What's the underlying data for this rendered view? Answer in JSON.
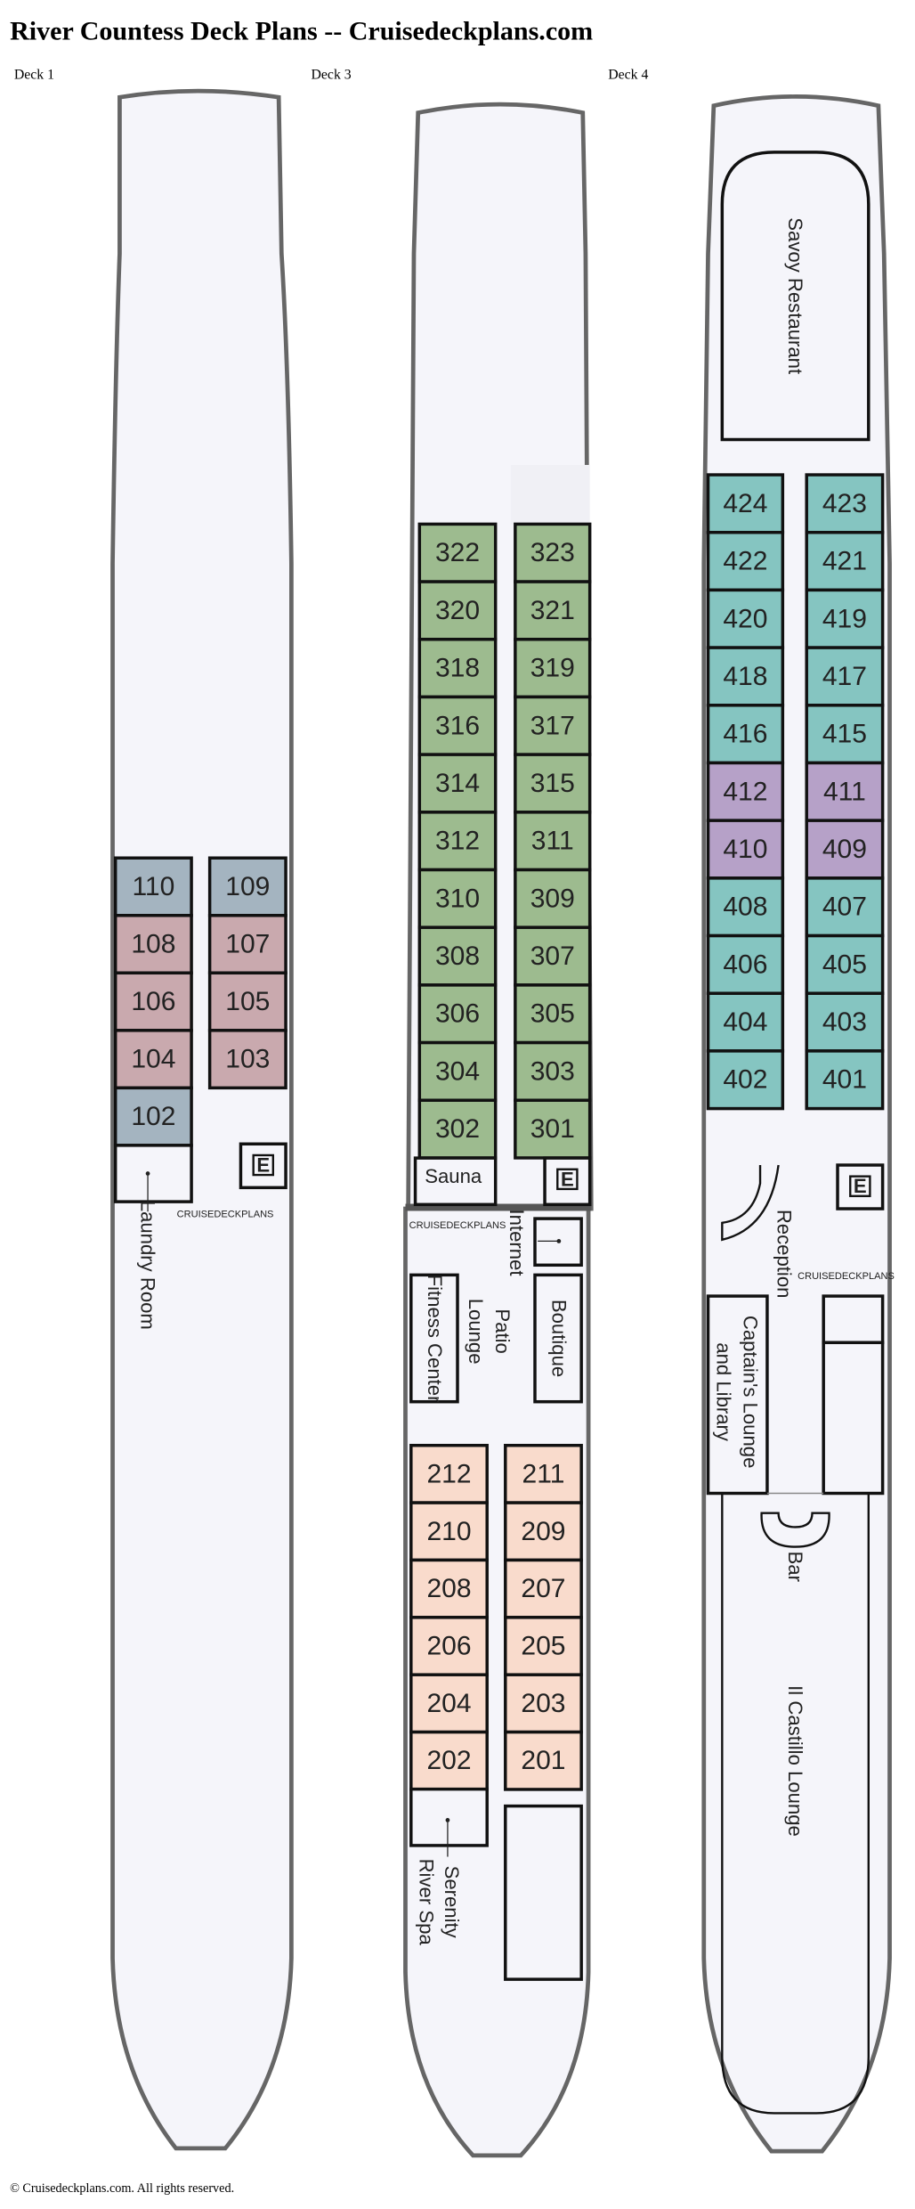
{
  "title": "River Countess Deck Plans -- Cruisedeckplans.com",
  "footer": "© Cruisedeckplans.com. All rights reserved.",
  "watermark": "CRUISEDECKPLANS",
  "colors": {
    "hull": "#f5f5fa",
    "outline": "#666666",
    "blue_grey": "#a4b4c0",
    "rose": "#c9a9ae",
    "green": "#9dbb8f",
    "teal": "#85c5c1",
    "purple": "#b6a1c8",
    "peach": "#f9dbcc"
  },
  "decks": {
    "deck1": {
      "label": "Deck 1",
      "left": [
        {
          "n": "110",
          "c": "blue_grey"
        },
        {
          "n": "108",
          "c": "rose"
        },
        {
          "n": "106",
          "c": "rose"
        },
        {
          "n": "104",
          "c": "rose"
        },
        {
          "n": "102",
          "c": "blue_grey"
        }
      ],
      "right": [
        {
          "n": "109",
          "c": "blue_grey"
        },
        {
          "n": "107",
          "c": "rose"
        },
        {
          "n": "105",
          "c": "rose"
        },
        {
          "n": "103",
          "c": "rose"
        }
      ],
      "elevator": "E",
      "laundry": "Laundry Room"
    },
    "deck3": {
      "label": "Deck 3",
      "left": [
        {
          "n": "322",
          "c": "green"
        },
        {
          "n": "320",
          "c": "green"
        },
        {
          "n": "318",
          "c": "green"
        },
        {
          "n": "316",
          "c": "green"
        },
        {
          "n": "314",
          "c": "green"
        },
        {
          "n": "312",
          "c": "green"
        },
        {
          "n": "310",
          "c": "green"
        },
        {
          "n": "308",
          "c": "green"
        },
        {
          "n": "306",
          "c": "green"
        },
        {
          "n": "304",
          "c": "green"
        },
        {
          "n": "302",
          "c": "green"
        }
      ],
      "right": [
        {
          "n": "323",
          "c": "green"
        },
        {
          "n": "321",
          "c": "green"
        },
        {
          "n": "319",
          "c": "green"
        },
        {
          "n": "317",
          "c": "green"
        },
        {
          "n": "315",
          "c": "green"
        },
        {
          "n": "311",
          "c": "green"
        },
        {
          "n": "309",
          "c": "green"
        },
        {
          "n": "307",
          "c": "green"
        },
        {
          "n": "305",
          "c": "green"
        },
        {
          "n": "303",
          "c": "green"
        },
        {
          "n": "301",
          "c": "green"
        }
      ],
      "sauna": "Sauna",
      "elevator": "E"
    },
    "deck2": {
      "left": [
        {
          "n": "212",
          "c": "peach"
        },
        {
          "n": "210",
          "c": "peach"
        },
        {
          "n": "208",
          "c": "peach"
        },
        {
          "n": "206",
          "c": "peach"
        },
        {
          "n": "204",
          "c": "peach"
        },
        {
          "n": "202",
          "c": "peach"
        }
      ],
      "right": [
        {
          "n": "211",
          "c": "peach"
        },
        {
          "n": "209",
          "c": "peach"
        },
        {
          "n": "207",
          "c": "peach"
        },
        {
          "n": "205",
          "c": "peach"
        },
        {
          "n": "203",
          "c": "peach"
        },
        {
          "n": "201",
          "c": "peach"
        }
      ],
      "internet": "Internet",
      "fitness": "Fitness Center",
      "patio_1": "Patio",
      "patio_2": "Lounge",
      "boutique": "Boutique",
      "spa_1": "Serenity",
      "spa_2": "River Spa"
    },
    "deck4": {
      "label": "Deck 4",
      "left": [
        {
          "n": "424",
          "c": "teal"
        },
        {
          "n": "422",
          "c": "teal"
        },
        {
          "n": "420",
          "c": "teal"
        },
        {
          "n": "418",
          "c": "teal"
        },
        {
          "n": "416",
          "c": "teal"
        },
        {
          "n": "412",
          "c": "purple"
        },
        {
          "n": "410",
          "c": "purple"
        },
        {
          "n": "408",
          "c": "teal"
        },
        {
          "n": "406",
          "c": "teal"
        },
        {
          "n": "404",
          "c": "teal"
        },
        {
          "n": "402",
          "c": "teal"
        }
      ],
      "right": [
        {
          "n": "423",
          "c": "teal"
        },
        {
          "n": "421",
          "c": "teal"
        },
        {
          "n": "419",
          "c": "teal"
        },
        {
          "n": "417",
          "c": "teal"
        },
        {
          "n": "415",
          "c": "teal"
        },
        {
          "n": "411",
          "c": "purple"
        },
        {
          "n": "409",
          "c": "purple"
        },
        {
          "n": "407",
          "c": "teal"
        },
        {
          "n": "405",
          "c": "teal"
        },
        {
          "n": "403",
          "c": "teal"
        },
        {
          "n": "401",
          "c": "teal"
        }
      ],
      "restaurant": "Savoy Restaurant",
      "reception": "Reception",
      "captains_1": "Captain's Lounge",
      "captains_2": "and Library",
      "bar": "Bar",
      "lounge": "Il Castillo Lounge",
      "elevator": "E"
    }
  }
}
